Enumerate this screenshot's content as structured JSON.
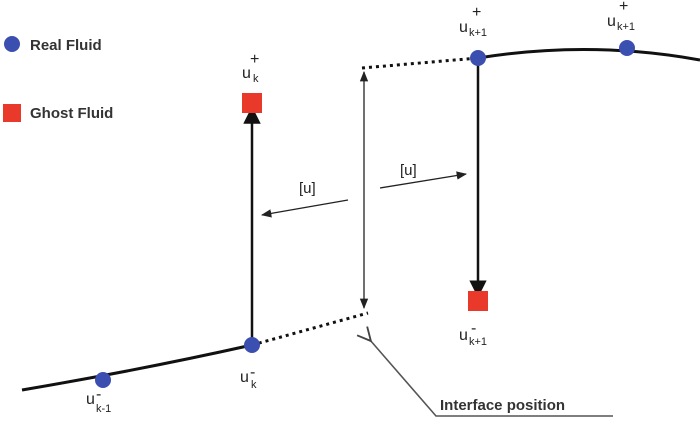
{
  "legend": {
    "real_fluid": "Real Fluid",
    "ghost_fluid": "Ghost Fluid"
  },
  "labels": {
    "u_km1_minus": {
      "base": "u",
      "sup": "-",
      "sub": "k-1"
    },
    "u_k_minus": {
      "base": "u",
      "sup": "-",
      "sub": "k"
    },
    "u_k_plus": {
      "base": "u",
      "sup": "+",
      "sub": "k"
    },
    "u_kp1_plus_left": {
      "base": "u",
      "sup": "+",
      "sub": "k+1"
    },
    "u_kp1_plus_right": {
      "base": "u",
      "sup": "+",
      "sub": "k+1"
    },
    "u_kp1_minus": {
      "base": "u",
      "sup": "-",
      "sub": "k+1"
    }
  },
  "jump_left": "[u]",
  "jump_right": "[u]",
  "interface_position": "Interface position",
  "colors": {
    "real_fluid": "#3b4fb0",
    "ghost_fluid": "#e8392b",
    "line": "#111111"
  }
}
